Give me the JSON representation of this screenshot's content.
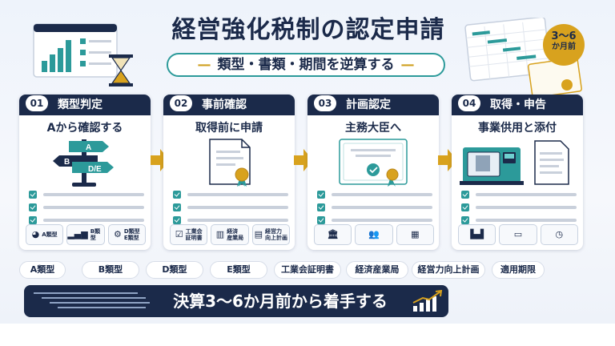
{
  "title": "経営強化税制の認定申請",
  "subtitle": "類型・書類・期間を逆算する",
  "badge": {
    "line1": "3〜6",
    "line2": "か月前"
  },
  "colors": {
    "navy": "#1b2a4a",
    "teal": "#2c9a9a",
    "gold": "#d8a21e"
  },
  "steps": [
    {
      "num": "01",
      "label": "類型判定",
      "sub": "Aから確認する",
      "sign": {
        "a": "A",
        "b": "B",
        "de": "D/E"
      },
      "tiles": [
        {
          "icon": "pie-chart-icon",
          "text": "A類型"
        },
        {
          "icon": "bar-chart-icon",
          "text": "B類型"
        },
        {
          "icon": "gear-icon",
          "text": "D類型\nE類型"
        }
      ]
    },
    {
      "num": "02",
      "label": "事前確認",
      "sub": "取得前に申請",
      "tiles": [
        {
          "icon": "clipboard-check-icon",
          "text": "工業会\n証明書"
        },
        {
          "icon": "building-icon",
          "text": "経済\n産業局"
        },
        {
          "icon": "document-icon",
          "text": "経営力\n向上計画"
        }
      ]
    },
    {
      "num": "03",
      "label": "計画認定",
      "sub": "主務大臣へ",
      "tiles": [
        {
          "icon": "government-building-icon",
          "text": ""
        },
        {
          "icon": "people-icon",
          "text": ""
        },
        {
          "icon": "calendar-icon",
          "text": ""
        }
      ]
    },
    {
      "num": "04",
      "label": "取得・申告",
      "sub": "事業供用と添付",
      "tiles": [
        {
          "icon": "factory-icon",
          "text": ""
        },
        {
          "icon": "folder-icon",
          "text": ""
        },
        {
          "icon": "calendar-clock-icon",
          "text": ""
        }
      ]
    }
  ],
  "tags": [
    "A類型",
    "B類型",
    "D類型",
    "E類型",
    "工業会証明書",
    "経済産業局",
    "経営力向上計画",
    "適用期限"
  ],
  "banner": "決算3〜6か月前から着手する"
}
